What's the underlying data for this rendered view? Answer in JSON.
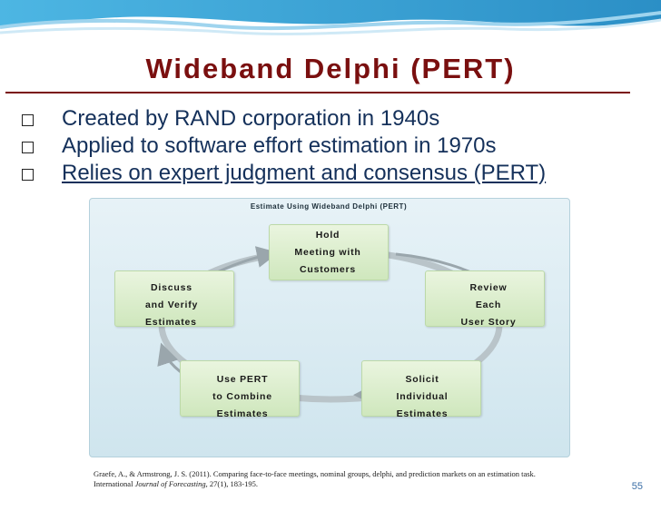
{
  "slide": {
    "title": "Wideband Delphi (PERT)",
    "bullets": [
      "Created by RAND corporation in 1940s",
      "Applied to software effort estimation in 1970s",
      "Relies on expert judgment and consensus (PERT)"
    ],
    "diagram": {
      "title": "Estimate Using Wideband Delphi (PERT)",
      "nodes": {
        "hold": [
          "Hold",
          "Meeting with",
          "Customers"
        ],
        "review": [
          "Review",
          "Each",
          "User Story"
        ],
        "solicit": [
          "Solicit",
          "Individual",
          "Estimates"
        ],
        "use_pert": [
          "Use PERT",
          "to Combine",
          "Estimates"
        ],
        "discuss": [
          "Discuss",
          "and Verify",
          "Estimates"
        ]
      }
    },
    "citation": {
      "line1": "Graefe, A., & Armstrong, J. S. (2011). Comparing face-to-face meetings, nominal groups, delphi, and prediction markets on an estimation task.",
      "line2_prefix": "International ",
      "journal": "Journal of Forecasting",
      "line2_suffix": ", 27(1), 183-195."
    },
    "page_number": "55",
    "colors": {
      "title": "#7a0f0f",
      "bullet_text": "#14305a",
      "wave": "#3fa9d6",
      "node_fill": "#d8ecc8"
    }
  }
}
